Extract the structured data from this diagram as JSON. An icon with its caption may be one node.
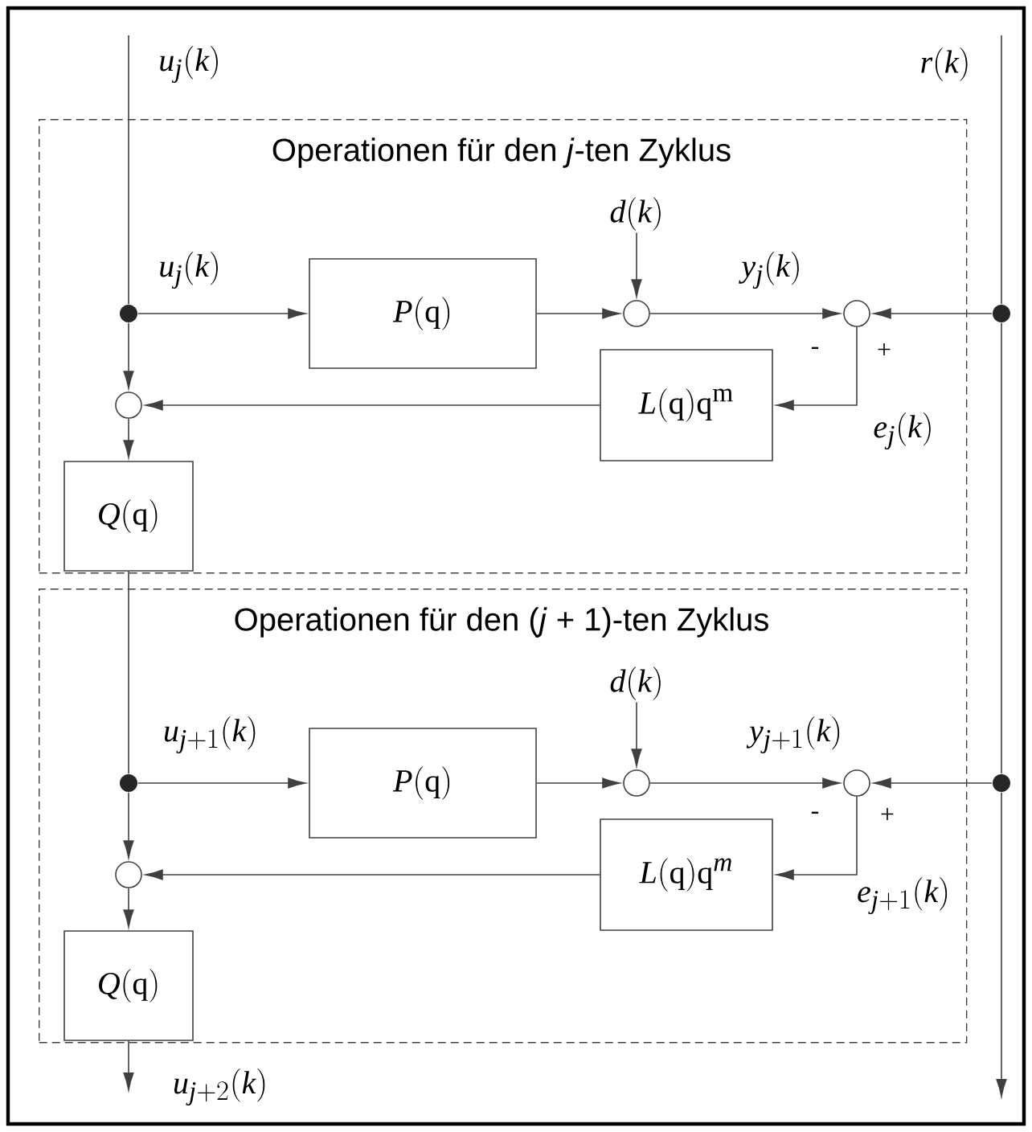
{
  "diagram": {
    "nodes": [
      {
        "text": [
          "Operationen für den *j*-ten Zyklus"
        ]
      },
      {
        "text": [],
        "shape": "dot",
        "in": 0
      },
      {
        "text": [
          "P(\\mathrm{q})"
        ],
        "in": 0
      },
      {
        "text": [
          "d(k)"
        ],
        "in": 0
      },
      {
        "text": [],
        "shape": "circle",
        "in": 0
      },
      {
        "text": [],
        "shape": "circle",
        "in": 0
      },
      {
        "text": [],
        "shape": "dot"
      },
      {
        "text": [
          "L(\\mathrm{q})\\mathrm{q}^{\\mathrm{m}}"
        ],
        "in": 0
      },
      {
        "text": [],
        "shape": "circle",
        "in": 0
      },
      {
        "text": [
          "Q(\\mathrm{q})"
        ],
        "in": 0
      },
      {
        "text": [
          "Operationen für den (*j* + 1)-ten Zyklus"
        ]
      },
      {
        "text": [],
        "shape": "dot",
        "in": 10
      },
      {
        "text": [
          "P(\\mathrm{q})"
        ],
        "in": 10
      },
      {
        "text": [
          "d(k)"
        ],
        "in": 10
      },
      {
        "text": [],
        "shape": "circle",
        "in": 10
      },
      {
        "text": [],
        "shape": "circle",
        "in": 10
      },
      {
        "text": [],
        "shape": "dot"
      },
      {
        "text": [
          "L(\\mathrm{q})\\mathrm{q}^{m}"
        ],
        "in": 10
      },
      {
        "text": [],
        "shape": "circle",
        "in": 10
      },
      {
        "text": [
          "Q(\\mathrm{q})"
        ],
        "in": 10
      }
    ],
    "edges": [
      {
        "from": null,
        "to": 1,
        "arrow": "none",
        "label": "u_j(k)"
      },
      {
        "from": 1,
        "to": 2,
        "arrow": "to",
        "label": "u_j(k)"
      },
      {
        "from": 2,
        "to": 4,
        "arrow": "to"
      },
      {
        "from": 3,
        "to": 4,
        "arrow": "to"
      },
      {
        "from": 4,
        "to": 5,
        "arrow": "to",
        "label": "y_j(k)"
      },
      {
        "from": 6,
        "to": 5,
        "arrow": "to"
      },
      {
        "from": 5,
        "to": 7,
        "arrow": "to",
        "label": "e_j(k)"
      },
      {
        "from": 7,
        "to": 8,
        "arrow": "to"
      },
      {
        "from": 1,
        "to": 8,
        "arrow": "to"
      },
      {
        "from": 8,
        "to": 9,
        "arrow": "to"
      },
      {
        "from": 9,
        "to": 11,
        "arrow": "none"
      },
      {
        "from": 11,
        "to": 12,
        "arrow": "to",
        "label": "u_{j+1}(k)"
      },
      {
        "from": 12,
        "to": 14,
        "arrow": "to"
      },
      {
        "from": 13,
        "to": 14,
        "arrow": "to"
      },
      {
        "from": 14,
        "to": 15,
        "arrow": "to",
        "label": "y_{j+1}(k)"
      },
      {
        "from": 16,
        "to": 15,
        "arrow": "to"
      },
      {
        "from": 15,
        "to": 17,
        "arrow": "to",
        "label": "e_{j+1}(k)"
      },
      {
        "from": 17,
        "to": 18,
        "arrow": "to"
      },
      {
        "from": 11,
        "to": 18,
        "arrow": "to"
      },
      {
        "from": 18,
        "to": 19,
        "arrow": "to"
      },
      {
        "from": 19,
        "to": null,
        "arrow": "to",
        "label": "u_{j+2}(k)"
      },
      {
        "from": null,
        "to": 6,
        "arrow": "none",
        "label": "r(k)"
      },
      {
        "from": 6,
        "to": 16,
        "arrow": "none"
      },
      {
        "from": 16,
        "to": null,
        "arrow": "to"
      }
    ],
    "labels": [
      "-",
      "+",
      "-",
      "+"
    ]
  }
}
